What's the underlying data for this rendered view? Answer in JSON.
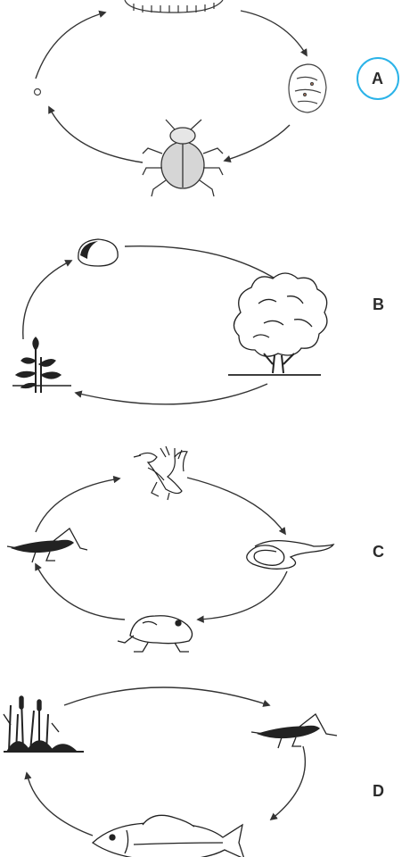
{
  "labels": {
    "a": "A",
    "b": "B",
    "c": "C",
    "d": "D"
  },
  "colors": {
    "stroke": "#333333",
    "highlight_circle": "#2bb3e8"
  },
  "cycles": [
    {
      "label_key": "a",
      "organisms": [
        "larva-icon",
        "pupa-icon",
        "beetle-icon",
        "egg-icon"
      ]
    },
    {
      "label_key": "b",
      "organisms": [
        "seed-icon",
        "tree-icon",
        "sapling-icon"
      ]
    },
    {
      "label_key": "c",
      "organisms": [
        "hawk-icon",
        "snake-icon",
        "frog-icon",
        "grasshopper-icon"
      ]
    },
    {
      "label_key": "d",
      "organisms": [
        "grasshopper-icon",
        "fish-icon",
        "plant-icon"
      ]
    }
  ]
}
